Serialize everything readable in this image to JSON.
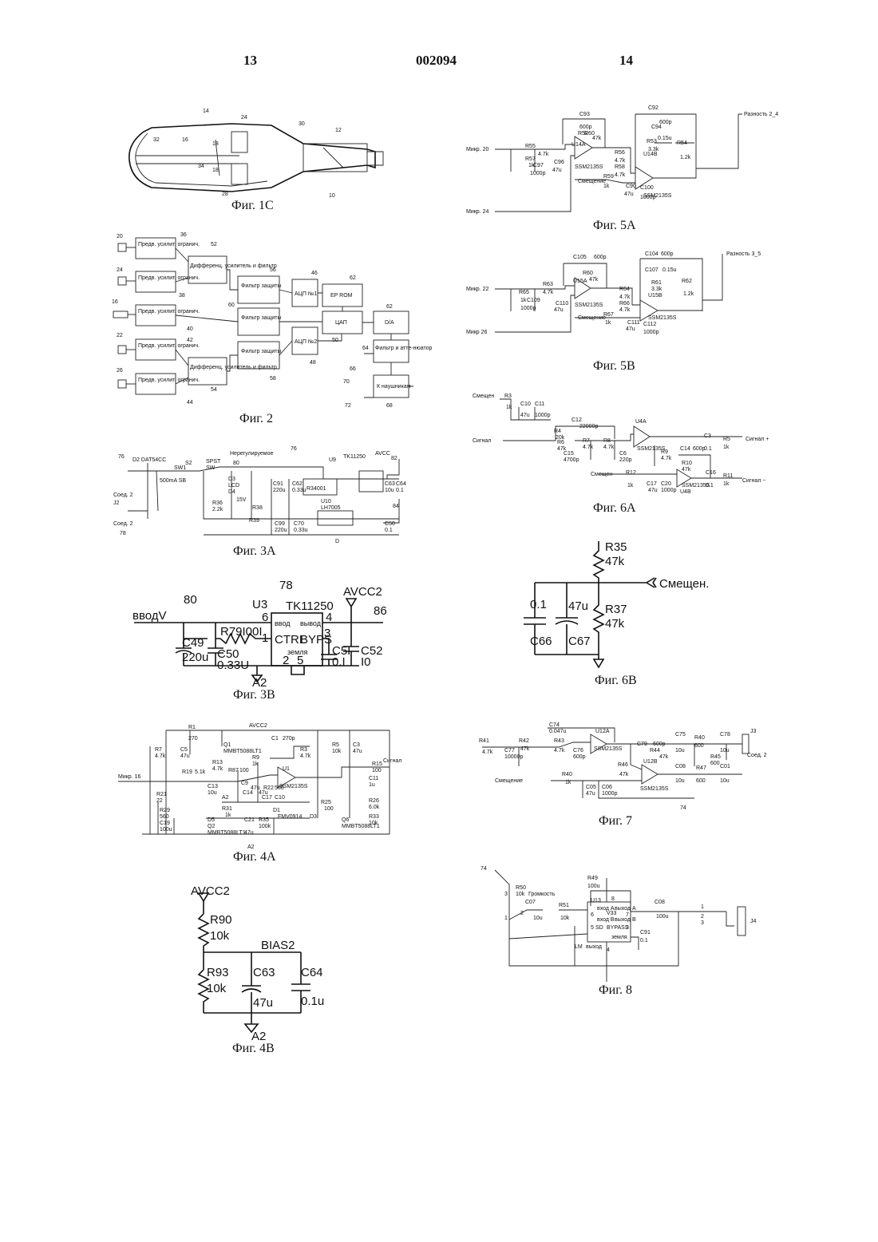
{
  "header": {
    "left_page": "13",
    "patent_number": "002094",
    "right_page": "14"
  },
  "figures": {
    "fig1c": {
      "caption": "Фиг. 1С",
      "labels": [
        "14",
        "12",
        "24",
        "30",
        "32",
        "16",
        "18",
        "34",
        "18",
        "28",
        "10"
      ]
    },
    "fig2": {
      "caption": "Фиг. 2",
      "blocks": {
        "preamp1": "Предв. усилит. огранич.",
        "preamp2": "Предв. усилит. огранич.",
        "preamp3": "Предв. усилит. огранич.",
        "preamp4": "Предв. усилит. огранич.",
        "preamp5": "Предв. усилит. огранич.",
        "diff1": "Дифференц. усилитель и фильтр",
        "diff2": "Дифференц. усилитель и фильтр",
        "filt1": "Фильтр защиты",
        "filt2": "Фильтр защиты",
        "filt3": "Фильтр защиты",
        "adc1": "АЦП №1",
        "adc2": "АЦП №2",
        "eprom": "EP ROM",
        "dac": "ЦАП",
        "da": "D/A",
        "atten": "Фильтр и атте-нюатор",
        "phones": "К наушникам"
      },
      "numbers": [
        "20",
        "36",
        "52",
        "24",
        "38",
        "56",
        "46",
        "62",
        "16",
        "60",
        "40",
        "22",
        "42",
        "26",
        "44",
        "54",
        "58",
        "48",
        "50",
        "62",
        "64",
        "66",
        "70",
        "72",
        "68"
      ]
    },
    "fig3a": {
      "caption": "Фиг. 3А",
      "labels": [
        "76",
        "D2 DAT54CC",
        "SW1",
        "S2",
        "SPST",
        "SW",
        "Нерегулируемое",
        "76",
        "80",
        "U9",
        "TK11250",
        "82",
        "AVCC",
        "Соед. 2",
        "J2",
        "Соед. 2",
        "78",
        "500mA SB",
        "D3",
        "LCD",
        "D4",
        "R36",
        "2.2k",
        "15V",
        "R38",
        "R34001",
        "C91",
        "220u",
        "C62",
        "0.33u",
        "C63",
        "10u",
        "C64",
        "0.1",
        "U10",
        "LH7005",
        "R39",
        "C99",
        "220u",
        "C70",
        "0.33u",
        "C50",
        "0.1",
        "84",
        "D"
      ]
    },
    "fig3b": {
      "caption": "Фиг. 3В",
      "ref78": "78",
      "u3": "U3",
      "chip": "TK11250",
      "in_label": "ввод",
      "out_label": "вывод",
      "ctrl": "CTRL",
      "byps": "BYPS",
      "gnd": "земля",
      "r79": "R79I00I",
      "input": "вводV",
      "n80": "80",
      "avcc2": "AVCC2",
      "n86": "86",
      "c49": "C49",
      "c49v": "220u",
      "c50": "C50",
      "c50v": "0.33U",
      "c51": "C5I",
      "c51v": "0.I",
      "c52": "C52",
      "c52v": "I0",
      "a2": "A2",
      "p6": "6",
      "p1": "1",
      "p4": "4",
      "p3": "3",
      "p2": "2",
      "p5": "5"
    },
    "fig4a": {
      "caption": "Фиг. 4А",
      "labels": [
        "AVCC2",
        "R1",
        "270",
        "C1",
        "270p",
        "R7",
        "4.7k",
        "C5",
        "47u",
        "Q1",
        "MMBT5088LT1",
        "R13",
        "4.7k",
        "R9",
        "1k",
        "R87",
        "100",
        "R19",
        "5.1k",
        "R3",
        "4.7k",
        "R5",
        "10k",
        "C3",
        "47u",
        "C9",
        "47u",
        "C13",
        "10u",
        "C17",
        "C10",
        "C14",
        "47u",
        "R22",
        "560",
        "R21",
        "22",
        "R29",
        "560",
        "C19",
        "100u",
        "D5",
        "D1",
        "FMV0914",
        "R31",
        "1k",
        "C21",
        "47u",
        "R35",
        "100k",
        "R25",
        "100",
        "D3",
        "Q2",
        "MMBT5088LT1",
        "Q6",
        "MMBT5088LT1",
        "R15",
        "100",
        "C11",
        "1u",
        "R26",
        "6.0k",
        "R33",
        "10k",
        "SSM2135S",
        "U1",
        "Сигнал",
        "Микр. 16",
        "A2",
        "A2"
      ]
    },
    "fig4b": {
      "caption": "Фиг. 4В",
      "avcc2": "AVCC2",
      "r90": "R90",
      "r90v": "10k",
      "bias2": "BIAS2",
      "r93": "R93",
      "r93v": "10k",
      "c63": "C63",
      "c63v": "47u",
      "c64": "C64",
      "c64v": "0.1u",
      "a2": "A2"
    },
    "fig5a": {
      "caption": "Фиг. 5А",
      "labels": [
        "C93",
        "600p",
        "R60",
        "47k",
        "R52",
        "C92",
        "600p",
        "C94",
        "0.15u",
        "R53",
        "3.3k",
        "R54",
        "1.2k",
        "Разность 2_4",
        "Микр. 20",
        "R55",
        "4.7k",
        "R57",
        "1k",
        "C97",
        "1000p",
        "C96",
        "47u",
        "U14A",
        "SSM2135S",
        "R56",
        "4.7k",
        "R58",
        "4.7k",
        "U14B",
        "SSM2135S",
        "Смещение",
        "R59",
        "1k",
        "C90",
        "47u",
        "C100",
        "1000p",
        "Микр. 24"
      ]
    },
    "fig5b": {
      "caption": "Фиг. 5В",
      "labels": [
        "C105",
        "600p",
        "C104",
        "600p",
        "R60",
        "47k",
        "C107",
        "0.15u",
        "R61",
        "3.3k",
        "R62",
        "1.2k",
        "Разность 3_5",
        "Микр. 22",
        "R63",
        "4.7k",
        "R65",
        "1k",
        "C109",
        "1000p",
        "C110",
        "47u",
        "U15A",
        "SSM2135S",
        "R64",
        "4.7k",
        "R66",
        "4.7k",
        "U15B",
        "SSM2135S",
        "Смещение",
        "R67",
        "1k",
        "C111",
        "47u",
        "C112",
        "1000p",
        "Микр 26"
      ]
    },
    "fig6a": {
      "caption": "Фиг. 6А",
      "labels": [
        "Смещен",
        "R3",
        "1k",
        "C10",
        "47u",
        "C11",
        "1000p",
        "Сигнал",
        "R4",
        "20k",
        "C12",
        "22000p",
        "U4A",
        "SSM2135S",
        "R6",
        "47k",
        "R7",
        "4.7k",
        "R8",
        "4.7k",
        "C15",
        "4700p",
        "C6",
        "220p",
        "R9",
        "4.7k",
        "C14",
        "600p",
        "C3",
        "0.1",
        "R5",
        "1k",
        "Сигнал +",
        "R12",
        "1k",
        "C17",
        "47u",
        "C20",
        "1000p",
        "R10",
        "47k",
        "C16",
        "0.1",
        "R11",
        "1k",
        "Сигнал −",
        "U4B",
        "SSM2135S",
        "Смещен"
      ]
    },
    "fig6b": {
      "caption": "Фиг. 6В",
      "r35": "R35",
      "r35v": "47k",
      "bias": "Смещен.",
      "c66v": "0.1",
      "c67v": "47u",
      "r37": "R37",
      "r37v": "47k",
      "c66": "C66",
      "c67": "C67"
    },
    "fig7": {
      "caption": "Фиг. 7",
      "labels": [
        "C74",
        "0.047u",
        "U12A",
        "R41",
        "4.7k",
        "C77",
        "10000p",
        "R42",
        "47k",
        "R43",
        "4.7k",
        "C76",
        "600p",
        "SSM2135S",
        "C75",
        "10u",
        "R40",
        "600",
        "C78",
        "10u",
        "J3",
        "Соед. 2",
        "C79",
        "600p",
        "R44",
        "47k",
        "R46",
        "47k",
        "U12B",
        "SSM2135S",
        "C08",
        "10u",
        "R47",
        "600",
        "R45",
        "600",
        "C01",
        "10u",
        "Смещение",
        "R40",
        "1k",
        "C05",
        "47u",
        "C06",
        "1000p",
        "74"
      ]
    },
    "fig8": {
      "caption": "Фиг. 8",
      "labels": [
        "74",
        "R50",
        "10k",
        "Громкость",
        "C07",
        "10u",
        "R49",
        "100u",
        "R51",
        "10k",
        "U13",
        "V33",
        "вход A",
        "выход A",
        "вход B",
        "выход B",
        "SD",
        "BYPASS",
        "земля",
        "LM",
        "выход",
        "C91",
        "0.1",
        "C08",
        "100u",
        "J4",
        "3",
        "2",
        "1",
        "8",
        "6",
        "7",
        "5",
        "3",
        "4",
        "2",
        "1",
        "3"
      ]
    }
  }
}
